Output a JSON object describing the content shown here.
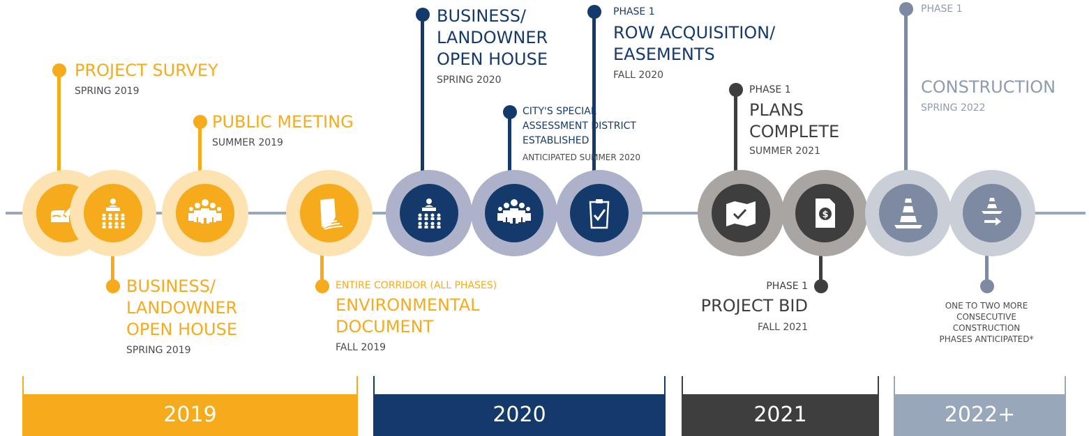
{
  "colors": {
    "orange": "#f6ab1c",
    "orange_light": "#fde3b2",
    "navy": "#143a6c",
    "navy_light": "#adb1c9",
    "dark": "#3e3e3e",
    "dark_light": "#a9a5a2",
    "gray": "#7d8aa1",
    "gray_light": "#c9ced7",
    "timeline": "#98a7ba"
  },
  "milestones": {
    "project_survey": {
      "title": "PROJECT SURVEY",
      "date": "SPRING 2019"
    },
    "business_open_house_2019": {
      "title_lines": [
        "BUSINESS/",
        "LANDOWNER",
        "OPEN HOUSE"
      ],
      "date": "SPRING 2019"
    },
    "public_meeting": {
      "title": "PUBLIC MEETING",
      "date": "SUMMER 2019"
    },
    "environmental_document": {
      "pre": "ENTIRE CORRIDOR (ALL PHASES)",
      "title_lines": [
        "ENVIRONMENTAL",
        "DOCUMENT"
      ],
      "date": "FALL 2019"
    },
    "business_open_house_2020": {
      "title_lines": [
        "BUSINESS/",
        "LANDOWNER",
        "OPEN HOUSE"
      ],
      "date": "SPRING 2020"
    },
    "special_assessment": {
      "title_lines": [
        "CITY'S SPECIAL",
        "ASSESSMENT DISTRICT",
        "ESTABLISHED"
      ],
      "date": "ANTICIPATED SUMMER 2020"
    },
    "row_acquisition": {
      "pre": "PHASE 1",
      "title_lines": [
        "ROW ACQUISITION/",
        "EASEMENTS"
      ],
      "date": "FALL 2020"
    },
    "plans_complete": {
      "pre": "PHASE 1",
      "title_lines": [
        "PLANS",
        "COMPLETE"
      ],
      "date": "SUMMER 2021"
    },
    "project_bid": {
      "pre": "PHASE 1",
      "title": "PROJECT BID",
      "date": "FALL 2021"
    },
    "construction": {
      "pre": "PHASE 1",
      "title": "CONSTRUCTION",
      "date": "SPRING 2022"
    },
    "more_phases": {
      "lines": [
        "ONE TO TWO MORE",
        "CONSECUTIVE",
        "CONSTRUCTION",
        "PHASES ANTICIPATED*"
      ]
    }
  },
  "years": [
    {
      "label": "2019",
      "color": "#f6ab1c"
    },
    {
      "label": "2020",
      "color": "#143a6c"
    },
    {
      "label": "2021",
      "color": "#3e3e3e"
    },
    {
      "label": "2022+",
      "color": "#98a7ba"
    }
  ],
  "icons": {
    "c1": "writing-hand-icon",
    "c2": "presenter-audience-icon",
    "c3": "crowd-icon",
    "c4": "document-pages-icon",
    "c5": "presenter-audience-icon",
    "c6": "crowd-icon",
    "c7": "clipboard-check-icon",
    "c8": "map-check-icon",
    "c9": "dollar-document-icon",
    "c10": "traffic-cone-icon",
    "c11": "traffic-cone-arrow-icon"
  }
}
